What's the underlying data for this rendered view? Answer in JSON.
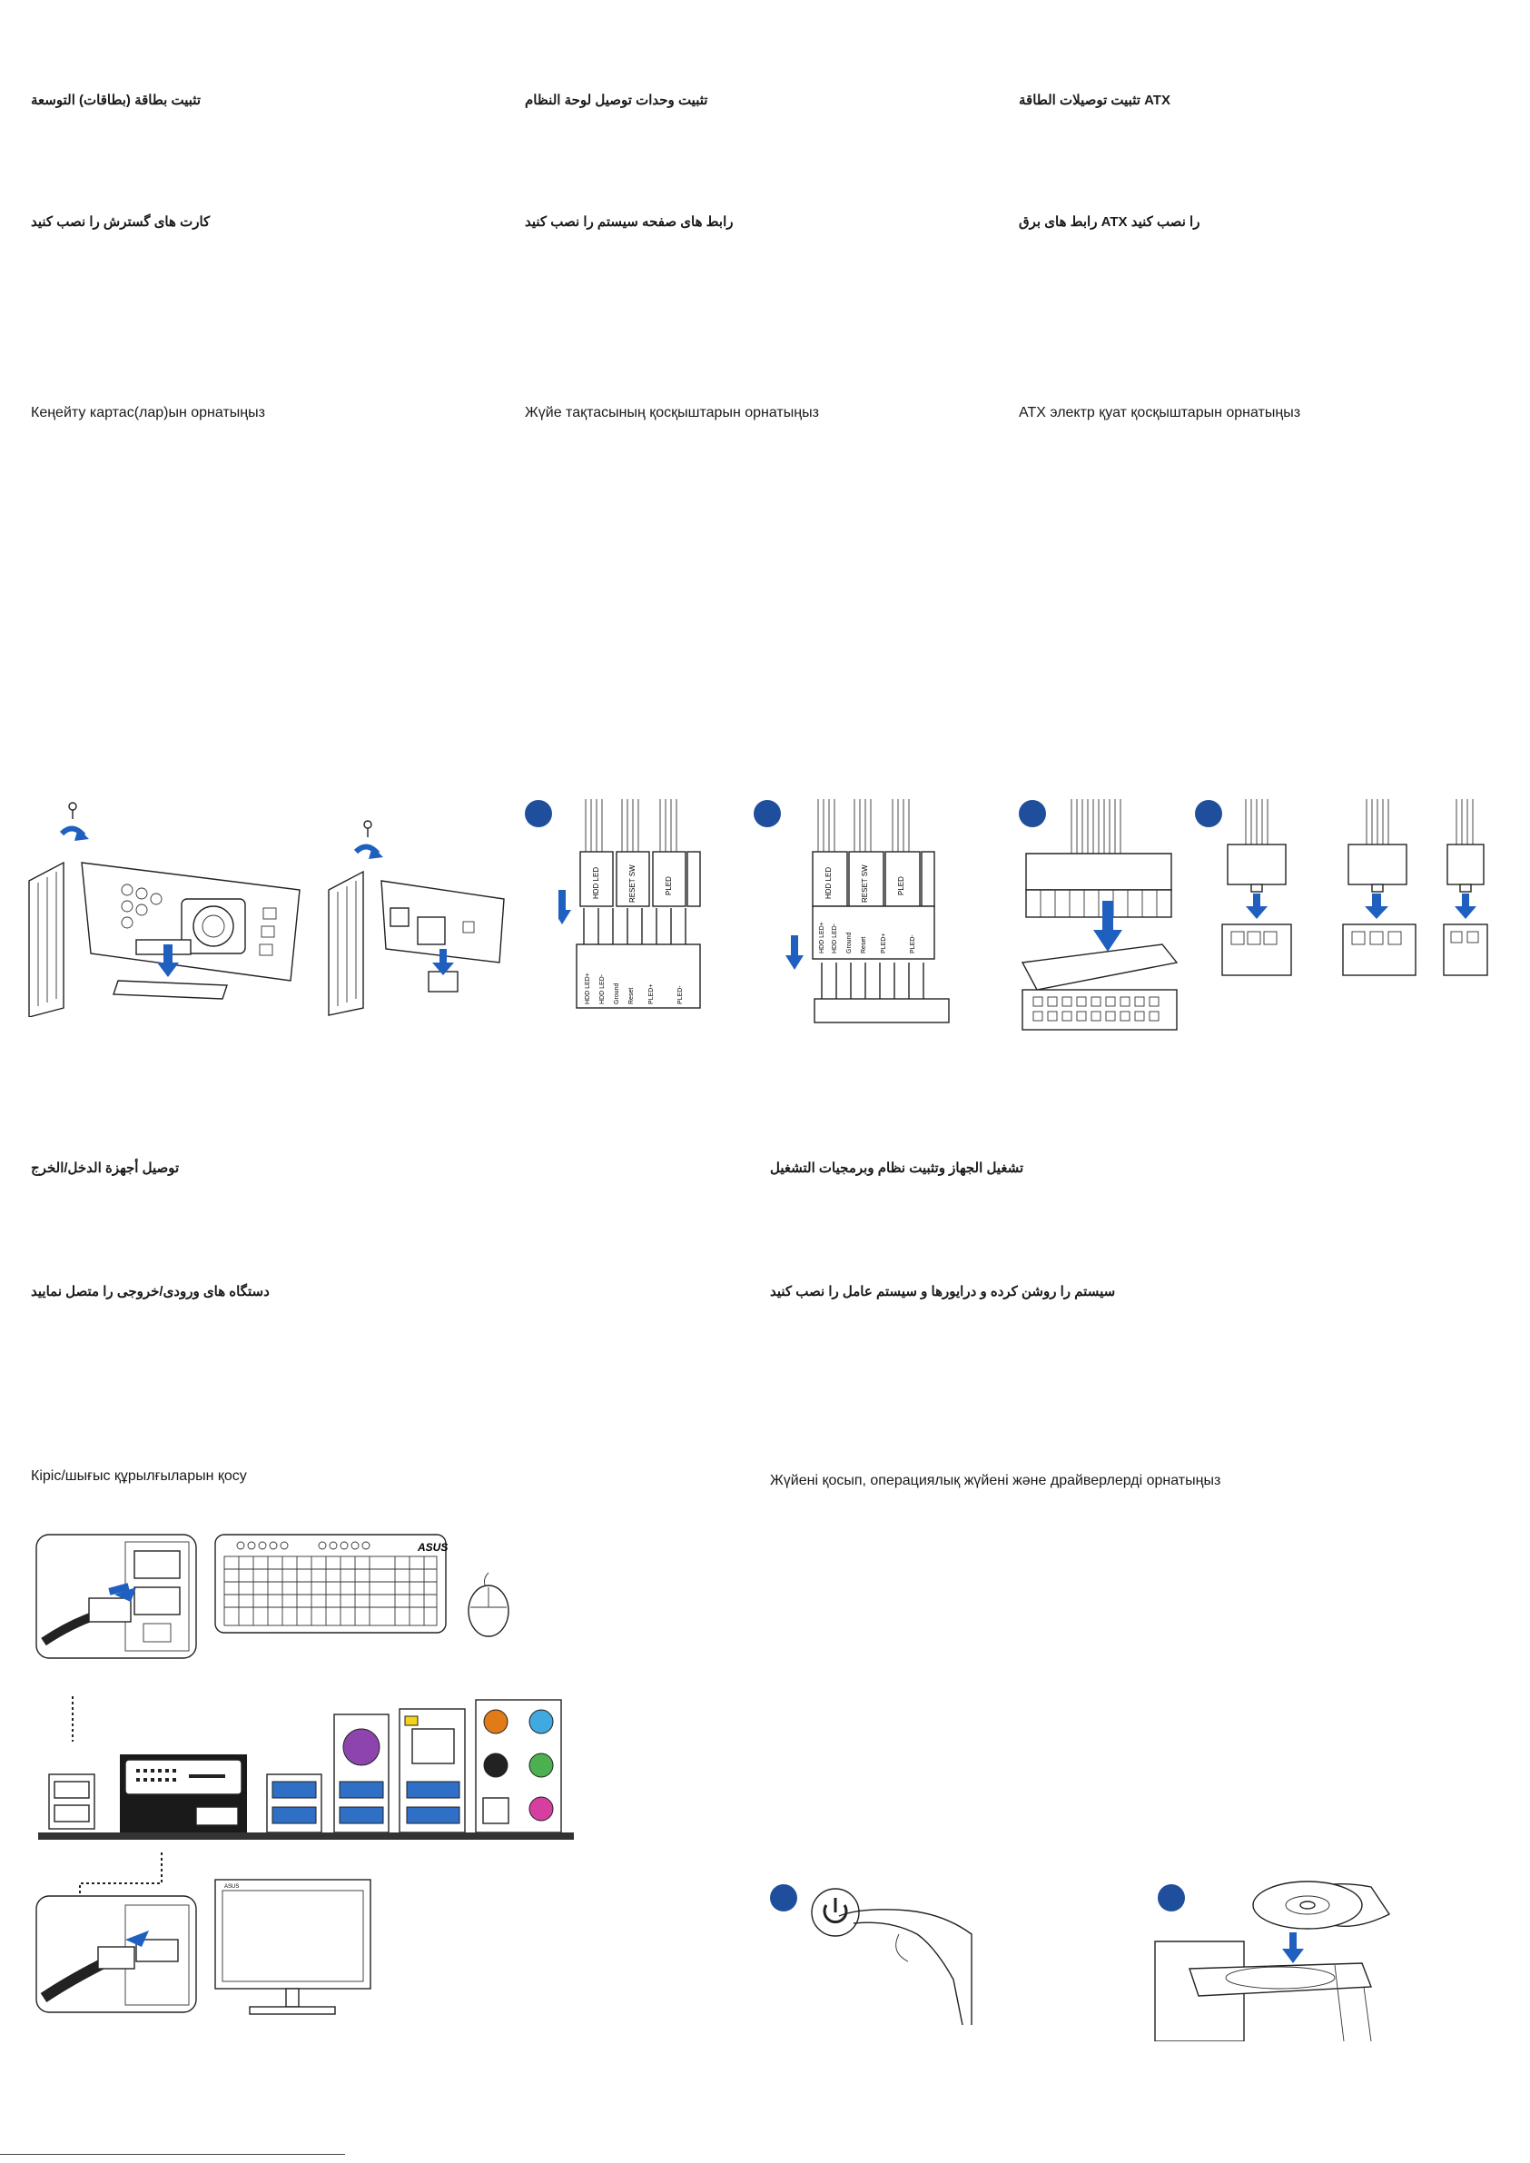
{
  "sections": {
    "expansion": {
      "ar": "تثبيت بطاقة (بطاقات) التوسعة",
      "fa": "کارت های گسترش را نصب کنید",
      "kz": "Кеңейту картас(лар)ын орнатыңыз"
    },
    "system_panel": {
      "ar": "تثبيت وحدات توصيل لوحة النظام",
      "fa": "رابط های صفحه سیستم را نصب کنید",
      "kz": "Жүйе тақтасының қосқыштарын орнатыңыз",
      "pins_a": [
        "HDD LED",
        "RESET SW",
        "PLED"
      ],
      "pins_b": [
        "HDD LED+",
        "HDD LED-",
        "Ground",
        "Reset",
        "PLED+",
        "PLED-"
      ]
    },
    "atx_power": {
      "ar": "تثبيت توصيلات الطاقة ATX",
      "fa": "رابط های برق ATX را نصب کنید",
      "kz": "ATX электр қуат қосқыштарын орнатыңыз"
    },
    "io_devices": {
      "ar": "توصيل أجهزة الدخل/الخرج",
      "fa": "دستگاه های ورودی/خروجی را متصل نمایید",
      "kz": "Кіріс/шығыс құрылғыларын қосу",
      "keyboard_brand": "ASUS",
      "monitor_brand": "ASUS"
    },
    "power_on": {
      "ar": "تشغيل الجهاز وتثبيت نظام وبرمجيات التشغيل",
      "fa": "سیستم را روشن کرده و درایورها و سیستم عامل را نصب کنید",
      "kz": "Жүйені қосып, операциялық жүйені және драйверлерді орнатыңыз"
    }
  },
  "colors": {
    "accent_blue": "#1f4e9c",
    "arrow_blue": "#1f5fbf",
    "audio_orange": "#e07b18",
    "audio_blue": "#3fa9e0",
    "audio_green": "#4caf50",
    "audio_pink": "#d63fa0",
    "ps2_purple": "#8e44ad",
    "usb3_blue": "#2f6fc6"
  },
  "icons": [
    "power-button-icon",
    "optical-disc-icon",
    "screw-icon",
    "mouse-icon",
    "keyboard-icon",
    "monitor-icon"
  ]
}
